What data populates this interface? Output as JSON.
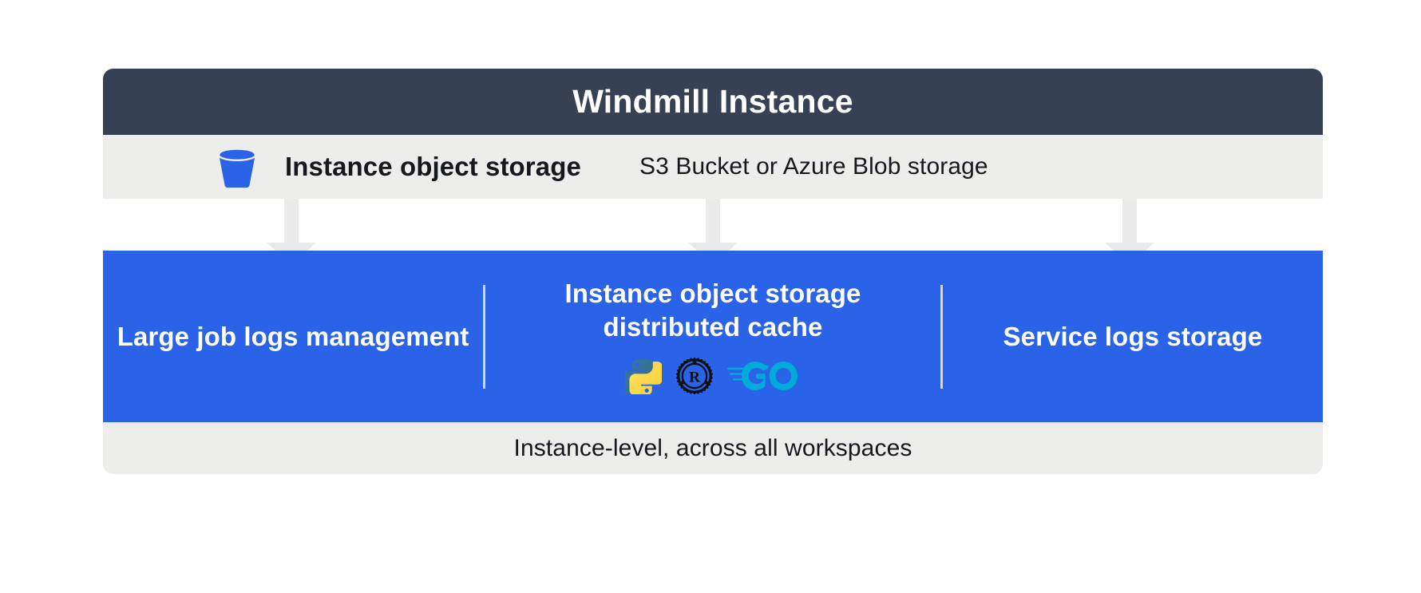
{
  "header": {
    "title": "Windmill Instance"
  },
  "storage_strip": {
    "icon": "s3-bucket-icon",
    "label": "Instance object storage",
    "sublabel": "S3 Bucket or Azure Blob storage"
  },
  "connectors": [
    {
      "name": "arrow-to-large-job-logs"
    },
    {
      "name": "arrow-to-distributed-cache"
    },
    {
      "name": "arrow-to-service-logs"
    }
  ],
  "blue_panel": {
    "columns": [
      {
        "title": "Large job logs management",
        "logos": []
      },
      {
        "title": "Instance object storage distributed cache",
        "logos": [
          "python-logo",
          "rust-logo",
          "go-logo"
        ]
      },
      {
        "title": "Service logs storage",
        "logos": []
      }
    ]
  },
  "footer": {
    "text": "Instance-level, across all workspaces"
  },
  "colors": {
    "header_bg": "#364254",
    "strip_bg": "#ededec",
    "panel_bg": "#2a62e8",
    "connector": "#ebeaea",
    "text_dark": "#16181d",
    "text_light": "#ffffff",
    "python_blue": "#366f94",
    "python_yellow": "#ffd845",
    "rust_black": "#101010",
    "go_cyan": "#00acd7"
  }
}
